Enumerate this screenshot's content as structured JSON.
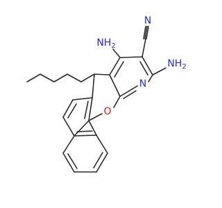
{
  "molecule": {
    "labels": {
      "amino_top": "NH",
      "amino_top_sub": "2",
      "amino_right": "NH",
      "amino_right_sub": "2",
      "nitrile_n": "N",
      "pyridine_n": "N",
      "ring_o": "O"
    },
    "colors": {
      "bond": "#2a2a2a",
      "nitrogen": "#2a2ad2",
      "oxygen": "#e01e1e",
      "background": "#ffffff"
    }
  }
}
